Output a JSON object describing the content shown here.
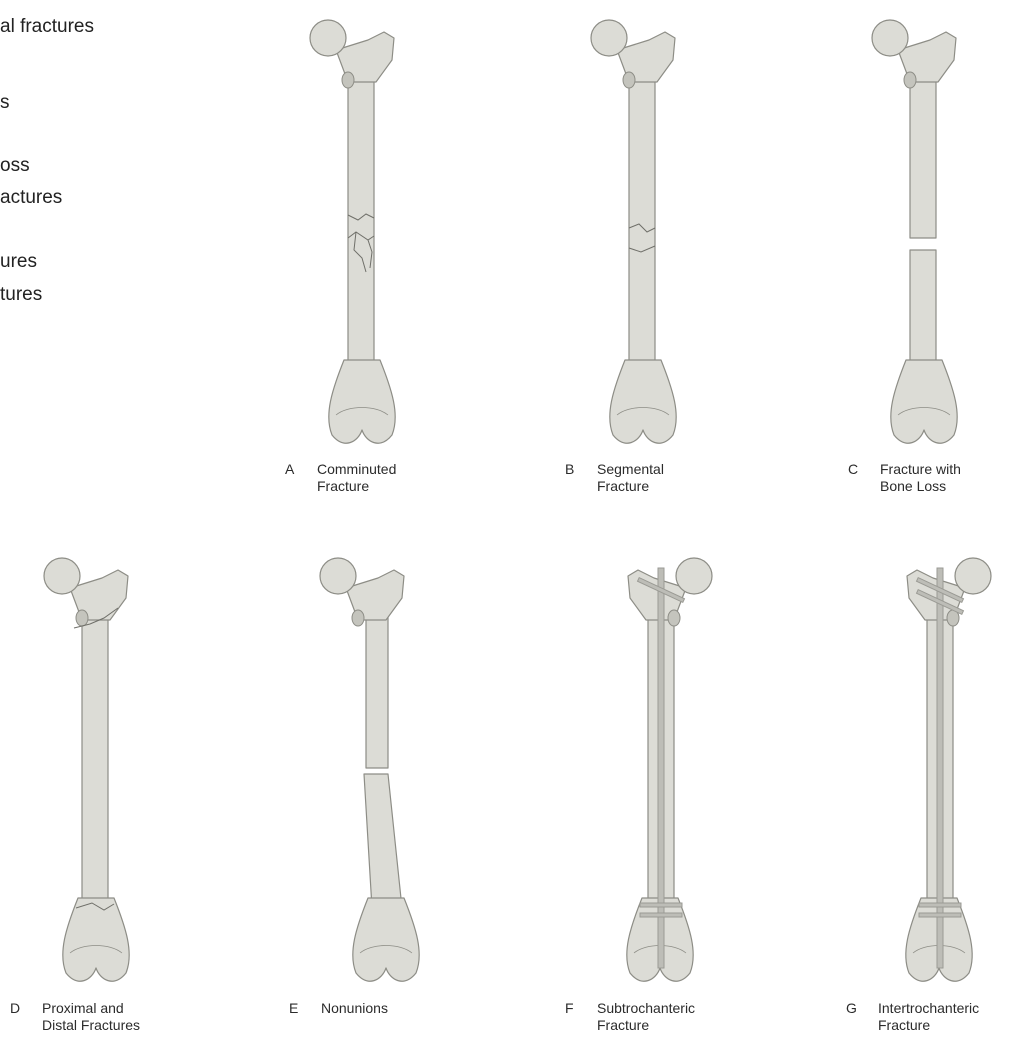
{
  "sidebar": {
    "lines": [
      "al fractures",
      "s",
      "oss",
      "actures",
      "ures",
      "tures"
    ]
  },
  "figures": [
    {
      "letter": "A",
      "caption": [
        "Comminuted",
        "Fracture"
      ],
      "variant": "comminuted"
    },
    {
      "letter": "B",
      "caption": [
        "Segmental",
        "Fracture"
      ],
      "variant": "segmental"
    },
    {
      "letter": "C",
      "caption": [
        "Fracture with",
        "Bone Loss"
      ],
      "variant": "bone-loss"
    },
    {
      "letter": "D",
      "caption": [
        "Proximal and",
        "Distal Fractures"
      ],
      "variant": "proximal-distal"
    },
    {
      "letter": "E",
      "caption": [
        "Nonunions"
      ],
      "variant": "nonunion"
    },
    {
      "letter": "F",
      "caption": [
        "Subtrochanteric",
        "Fracture"
      ],
      "variant": "subtrochanteric"
    },
    {
      "letter": "G",
      "caption": [
        "Intertrochanteric",
        "Fracture"
      ],
      "variant": "intertrochanteric"
    }
  ],
  "colors": {
    "bone_fill": "#dcdcd6",
    "bone_shade": "#c4c4bd",
    "bone_outline": "#8d8d86",
    "nail": "#9a9a94",
    "fracture_line": "#6f6f69"
  }
}
